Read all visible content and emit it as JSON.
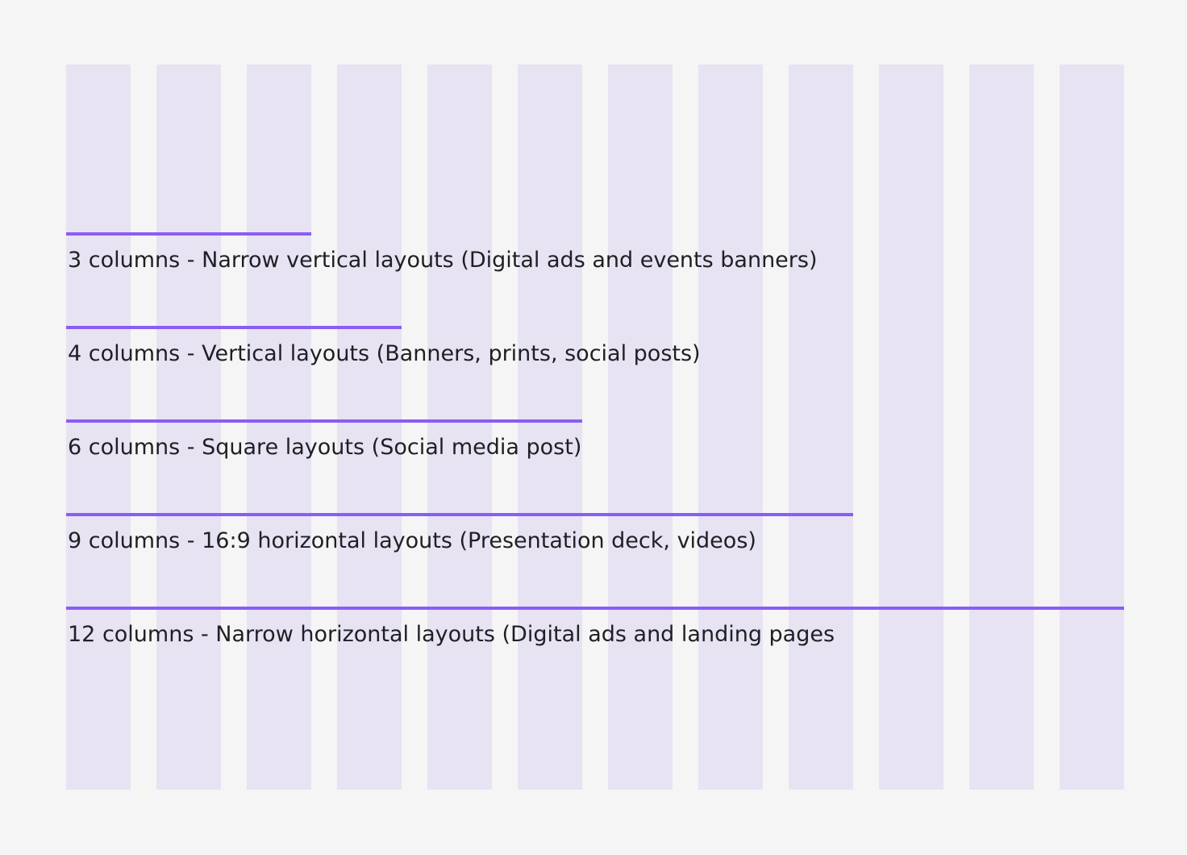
{
  "colors": {
    "background": "#f5f5f6",
    "column_fill": "#e7e3f2",
    "accent_line": "#8b5cf6",
    "text": "#1f1f24"
  },
  "grid": {
    "total_columns": 12
  },
  "spans": [
    {
      "columns": 3,
      "label": "3 columns - Narrow vertical layouts (Digital ads and events banners)"
    },
    {
      "columns": 4,
      "label": "4 columns - Vertical layouts (Banners, prints, social posts)"
    },
    {
      "columns": 6,
      "label": "6 columns - Square layouts (Social media post)"
    },
    {
      "columns": 9,
      "label": "9 columns - 16:9 horizontal layouts (Presentation deck, videos)"
    },
    {
      "columns": 12,
      "label": "12 columns - Narrow horizontal layouts (Digital ads and landing pages"
    }
  ]
}
